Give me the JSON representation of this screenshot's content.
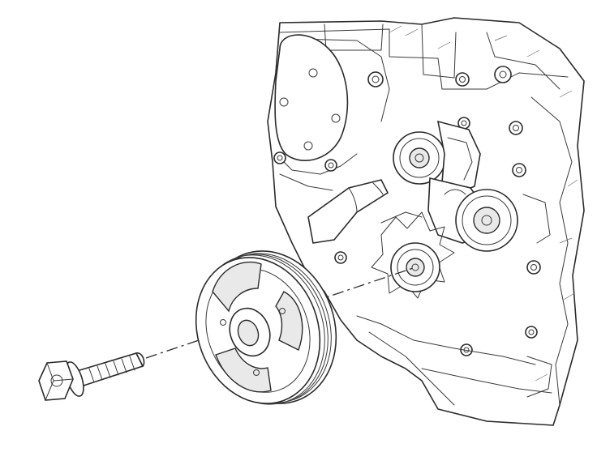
{
  "figure": {
    "colors": {
      "background": "#ffffff",
      "line": "#2b2b2b",
      "shade": "#e9e9e9"
    },
    "parts": [
      "engine-front",
      "idler-pulley",
      "tensioner-pulley",
      "water-pump-pulley",
      "crankshaft-pulley",
      "pulley-bolt",
      "centerline"
    ]
  }
}
